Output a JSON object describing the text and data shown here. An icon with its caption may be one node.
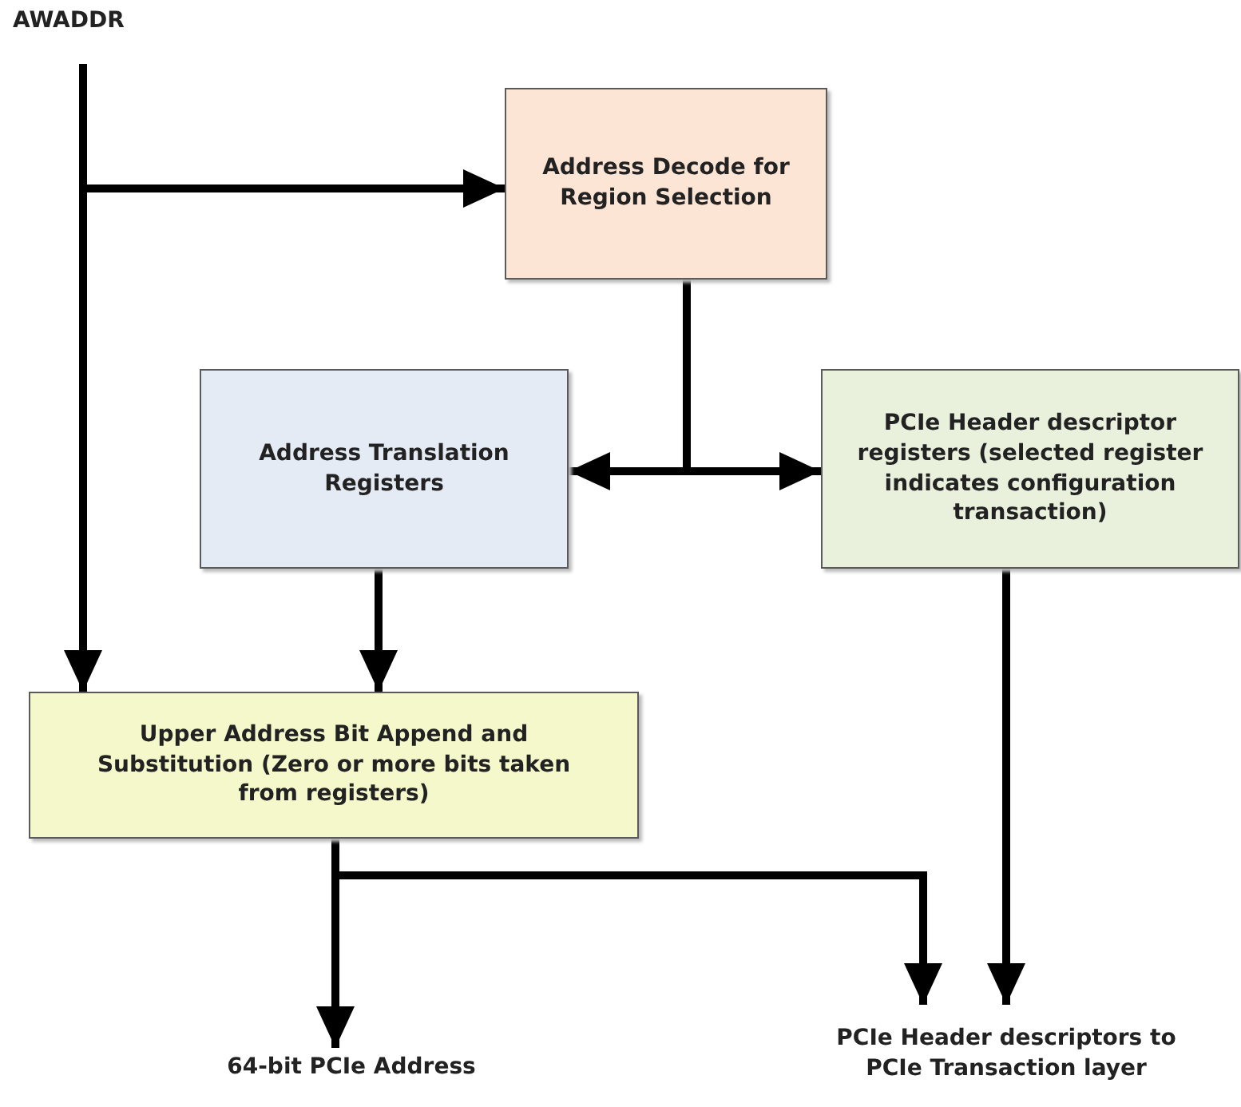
{
  "diagram": {
    "nodes": [
      {
        "text": [
          "AWADDR"
        ]
      },
      {
        "text": [
          "Address Decode for Region Selection"
        ]
      },
      {
        "text": [
          "Address Translation Registers"
        ]
      },
      {
        "text": [
          "PCIe Header descriptor registers (selected register indicates configuration transaction)"
        ]
      },
      {
        "text": [
          "Upper Address Bit Append and Substitution (Zero or more bits taken from registers)"
        ]
      },
      {
        "text": [
          "64-bit PCIe Address"
        ]
      },
      {
        "text": [
          "PCIe Header descriptors to PCIe Transaction layer"
        ]
      }
    ],
    "edges": [
      {
        "from": 0,
        "to": 1,
        "arrow": "to"
      },
      {
        "from": 0,
        "to": 4,
        "arrow": "to"
      },
      {
        "from": 1,
        "to": 2,
        "arrow": "to"
      },
      {
        "from": 1,
        "to": 3,
        "arrow": "to"
      },
      {
        "from": 2,
        "to": 4,
        "arrow": "to"
      },
      {
        "from": 4,
        "to": 5,
        "arrow": "to"
      },
      {
        "from": 4,
        "to": 6,
        "arrow": "to"
      },
      {
        "from": 3,
        "to": 6,
        "arrow": "to"
      }
    ]
  }
}
